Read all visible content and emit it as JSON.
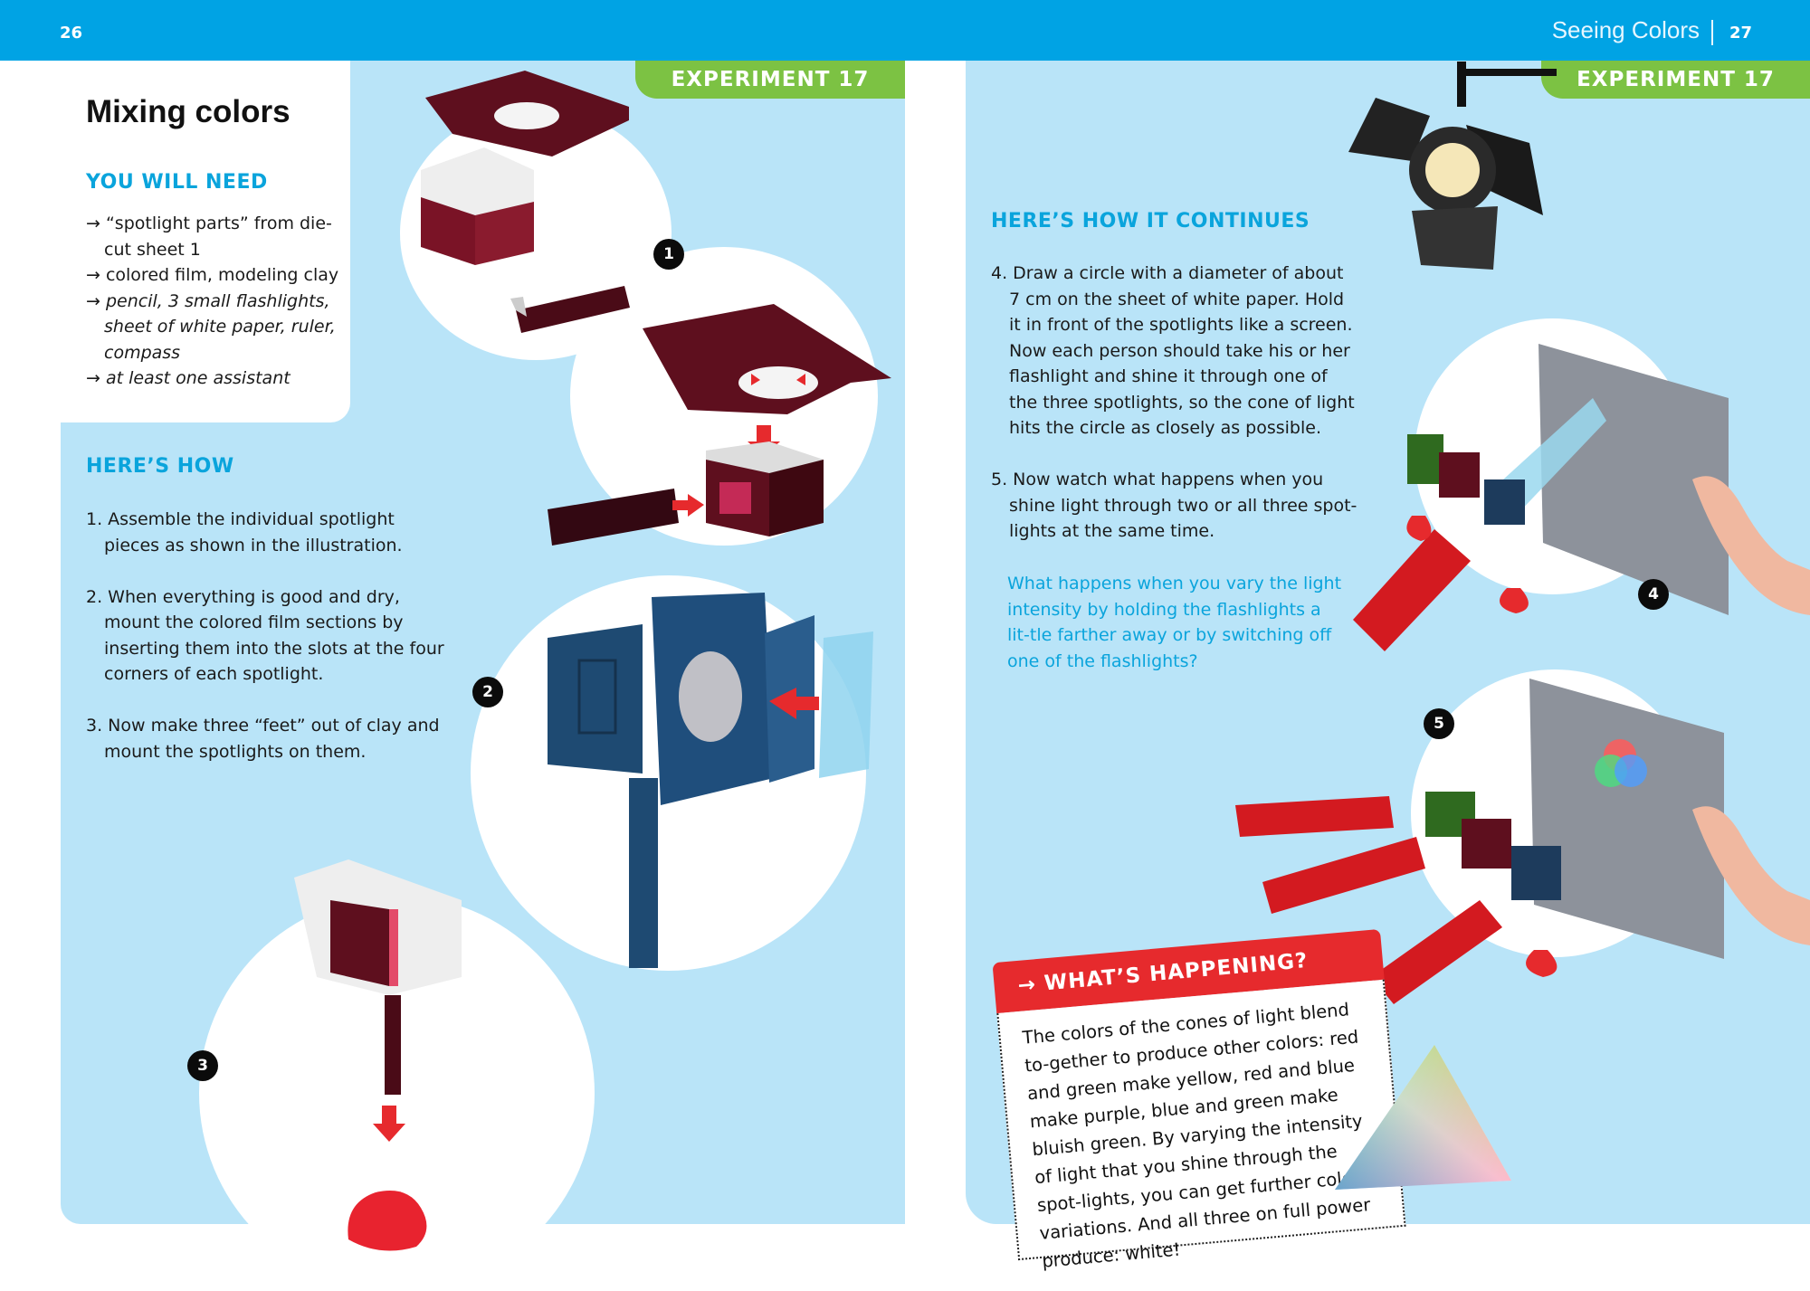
{
  "header": {
    "page_left": "26",
    "page_right": "27",
    "section_title": "Seeing Colors",
    "badge_left": "EXPERIMENT 17",
    "badge_right": "EXPERIMENT 17"
  },
  "left": {
    "title": "Mixing colors",
    "you_will_need_heading": "YOU WILL NEED",
    "needs": [
      "→ “spotlight parts” from die-cut sheet 1",
      "→ colored film, modeling clay",
      "→ pencil, 3 small flashlights, sheet of white paper, ruler, compass",
      "→ at least one assistant"
    ],
    "hows_heading": "HERE’S HOW",
    "steps": [
      "1. Assemble the individual spotlight pieces as shown in the illustration.",
      "2. When everything is good and dry, mount the colored film sections by inserting them into the slots at the four corners of each spotlight.",
      "3. Now make three “feet” out of clay and mount the spotlights on them."
    ]
  },
  "right": {
    "continues_heading": "HERE’S HOW IT CONTINUES",
    "steps": [
      "4. Draw a circle with a diameter of about 7 cm on the sheet of white paper. Hold it in front of the spotlights like a screen. Now each person should take his or her flashlight and shine it through one of the three spotlights, so the cone of light hits the circle as closely as possible.",
      "5. Now watch what happens when you shine light through two or all three spot-lights at the same time."
    ],
    "question": "What happens when you vary the light intensity by holding the flashlights a lit-tle farther away or by switching off one of the flashlights?"
  },
  "whats_happening": {
    "heading": "→ WHAT’S HAPPENING?",
    "body": "The colors of the cones of light blend to-gether to produce other colors: red and green make yellow, red and blue make purple, blue and green make bluish green. By varying the intensity of light that you shine through the spot-lights, you can get further color variations. And all three on full power produce: white!"
  },
  "step_markers": [
    "1",
    "2",
    "3",
    "4",
    "5"
  ],
  "colors": {
    "header_blue": "#00a3e4",
    "panel_blue": "#b9e4f8",
    "badge_green": "#7cc243",
    "heading_cyan": "#0aa4dc",
    "alert_red": "#e62a2d"
  }
}
